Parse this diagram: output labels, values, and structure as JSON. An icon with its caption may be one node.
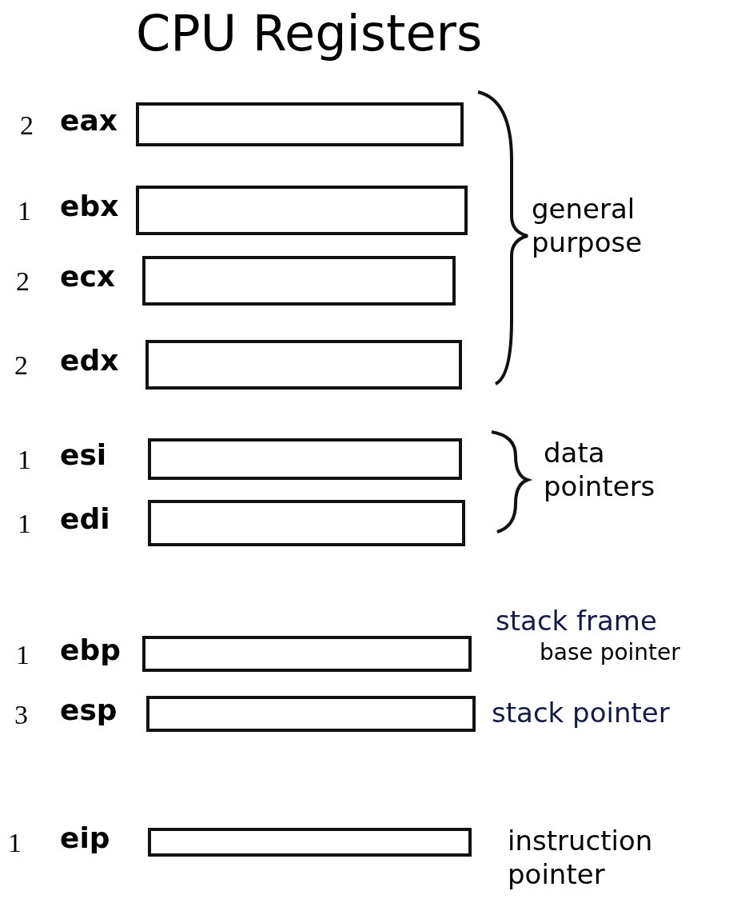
{
  "diagram": {
    "title": "CPU Registers",
    "nodes": [
      {
        "text": [],
        "shape": "bar",
        "beside": [
          "2",
          "eax"
        ]
      },
      {
        "text": [],
        "shape": "bar",
        "beside": [
          "1",
          "ebx"
        ]
      },
      {
        "text": [],
        "shape": "bar",
        "beside": [
          "2",
          "ecx"
        ]
      },
      {
        "text": [],
        "shape": "bar",
        "beside": [
          "2",
          "edx"
        ]
      },
      {
        "text": [],
        "shape": "bar",
        "beside": [
          "1",
          "esi"
        ]
      },
      {
        "text": [],
        "shape": "bar",
        "beside": [
          "1",
          "edi"
        ]
      },
      {
        "text": [],
        "shape": "bar",
        "beside": [
          "1",
          "ebp"
        ]
      },
      {
        "text": [],
        "shape": "bar",
        "beside": [
          "3",
          "esp"
        ]
      },
      {
        "text": [],
        "shape": "bar",
        "beside": [
          "1",
          "eip"
        ]
      }
    ],
    "edges": [],
    "labels": [
      "general purpose",
      "data pointers",
      "stack frame",
      "base pointer",
      "stack pointer",
      "instruction pointer"
    ]
  }
}
